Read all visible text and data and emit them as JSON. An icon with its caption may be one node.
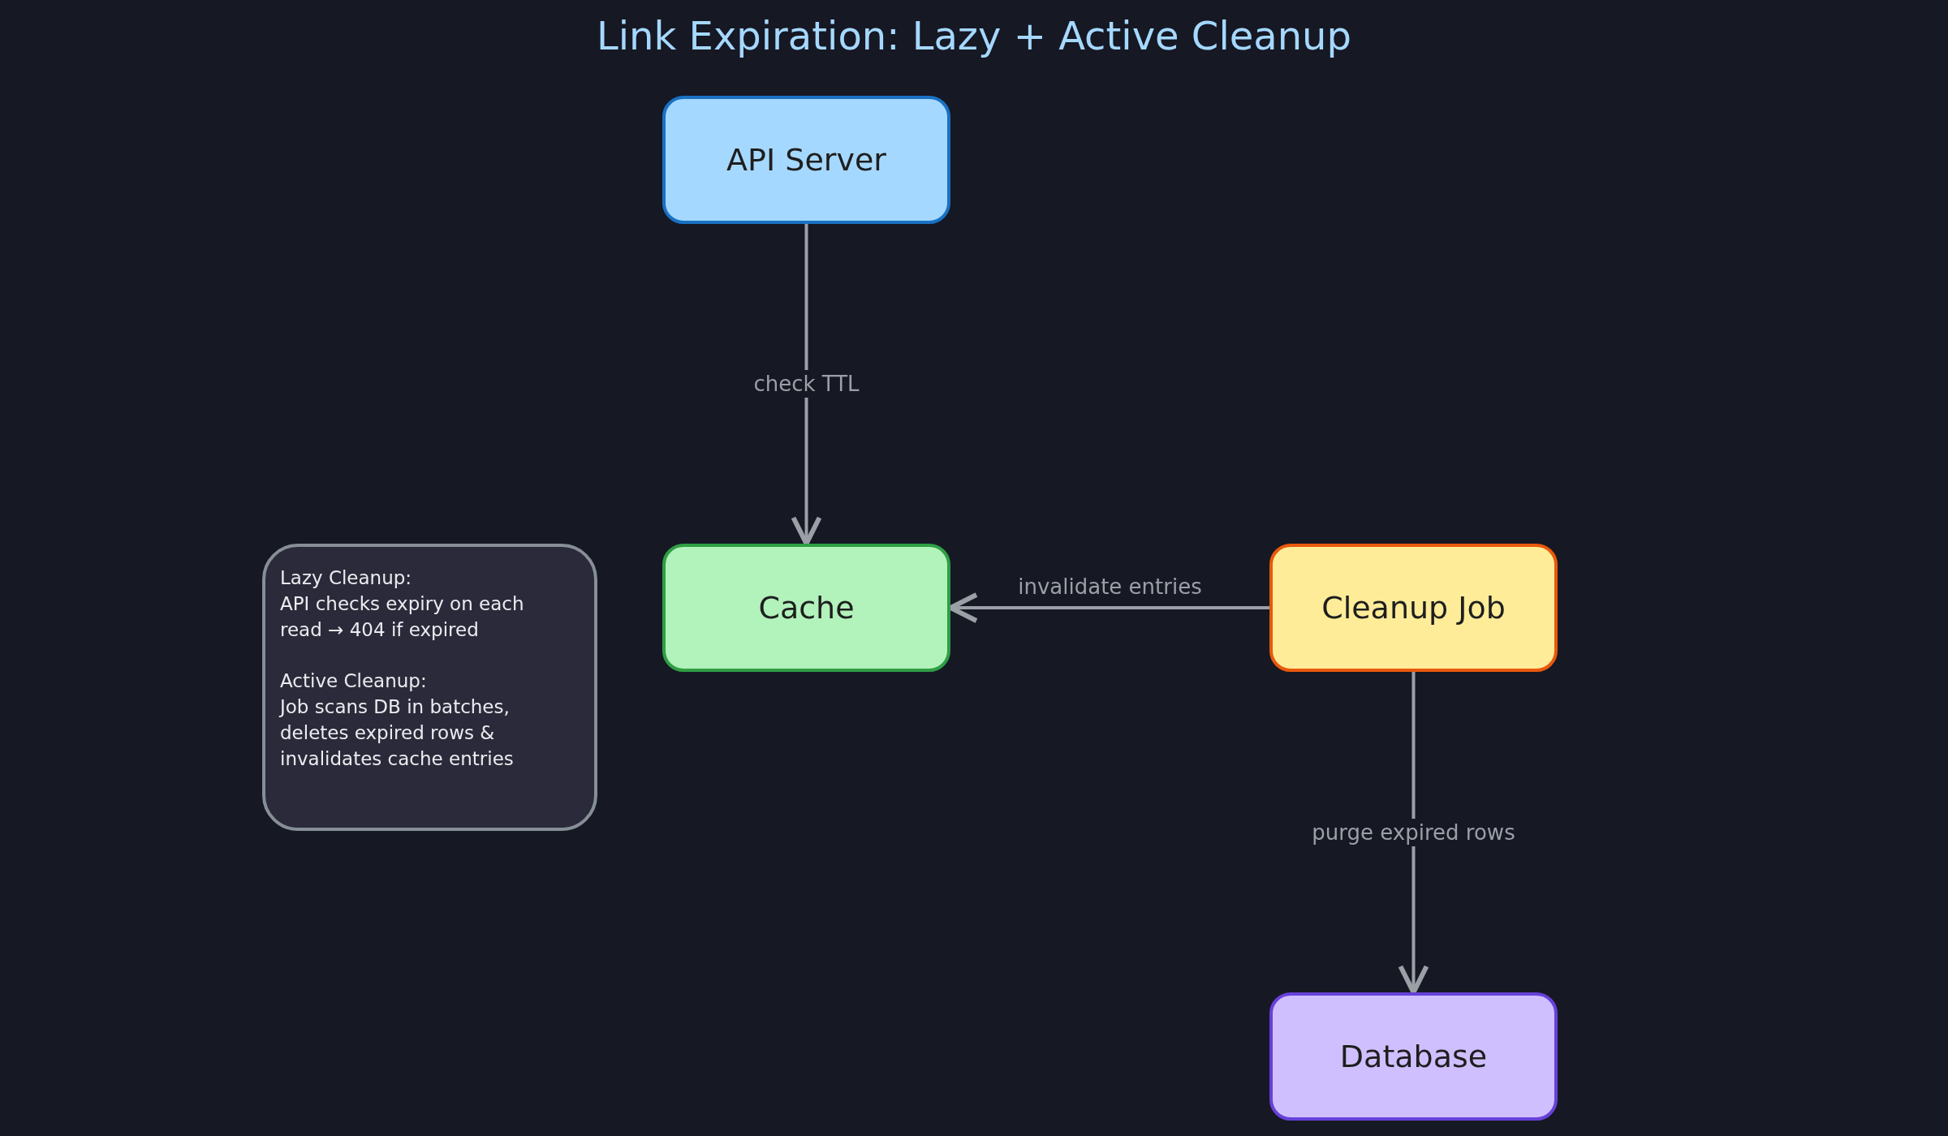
{
  "diagram": {
    "title": "Link Expiration: Lazy + Active Cleanup",
    "nodes": [
      {
        "text": [
          "API Server"
        ]
      },
      {
        "text": [
          "Cache"
        ]
      },
      {
        "text": [
          "Cleanup Job"
        ]
      },
      {
        "text": [
          "Database"
        ]
      },
      {
        "text": [
          "Lazy Cleanup:",
          "API checks expiry on each read → 404 if expired",
          "Active Cleanup:",
          "Job scans DB in batches, deletes expired rows & invalidates cache entries"
        ]
      }
    ],
    "edges": [
      {
        "from": 0,
        "to": 1,
        "arrow": "to",
        "label": "check TTL"
      },
      {
        "from": 2,
        "to": 1,
        "arrow": "to",
        "label": "invalidate entries"
      },
      {
        "from": 2,
        "to": 3,
        "arrow": "to",
        "label": "purge expired rows"
      }
    ]
  }
}
